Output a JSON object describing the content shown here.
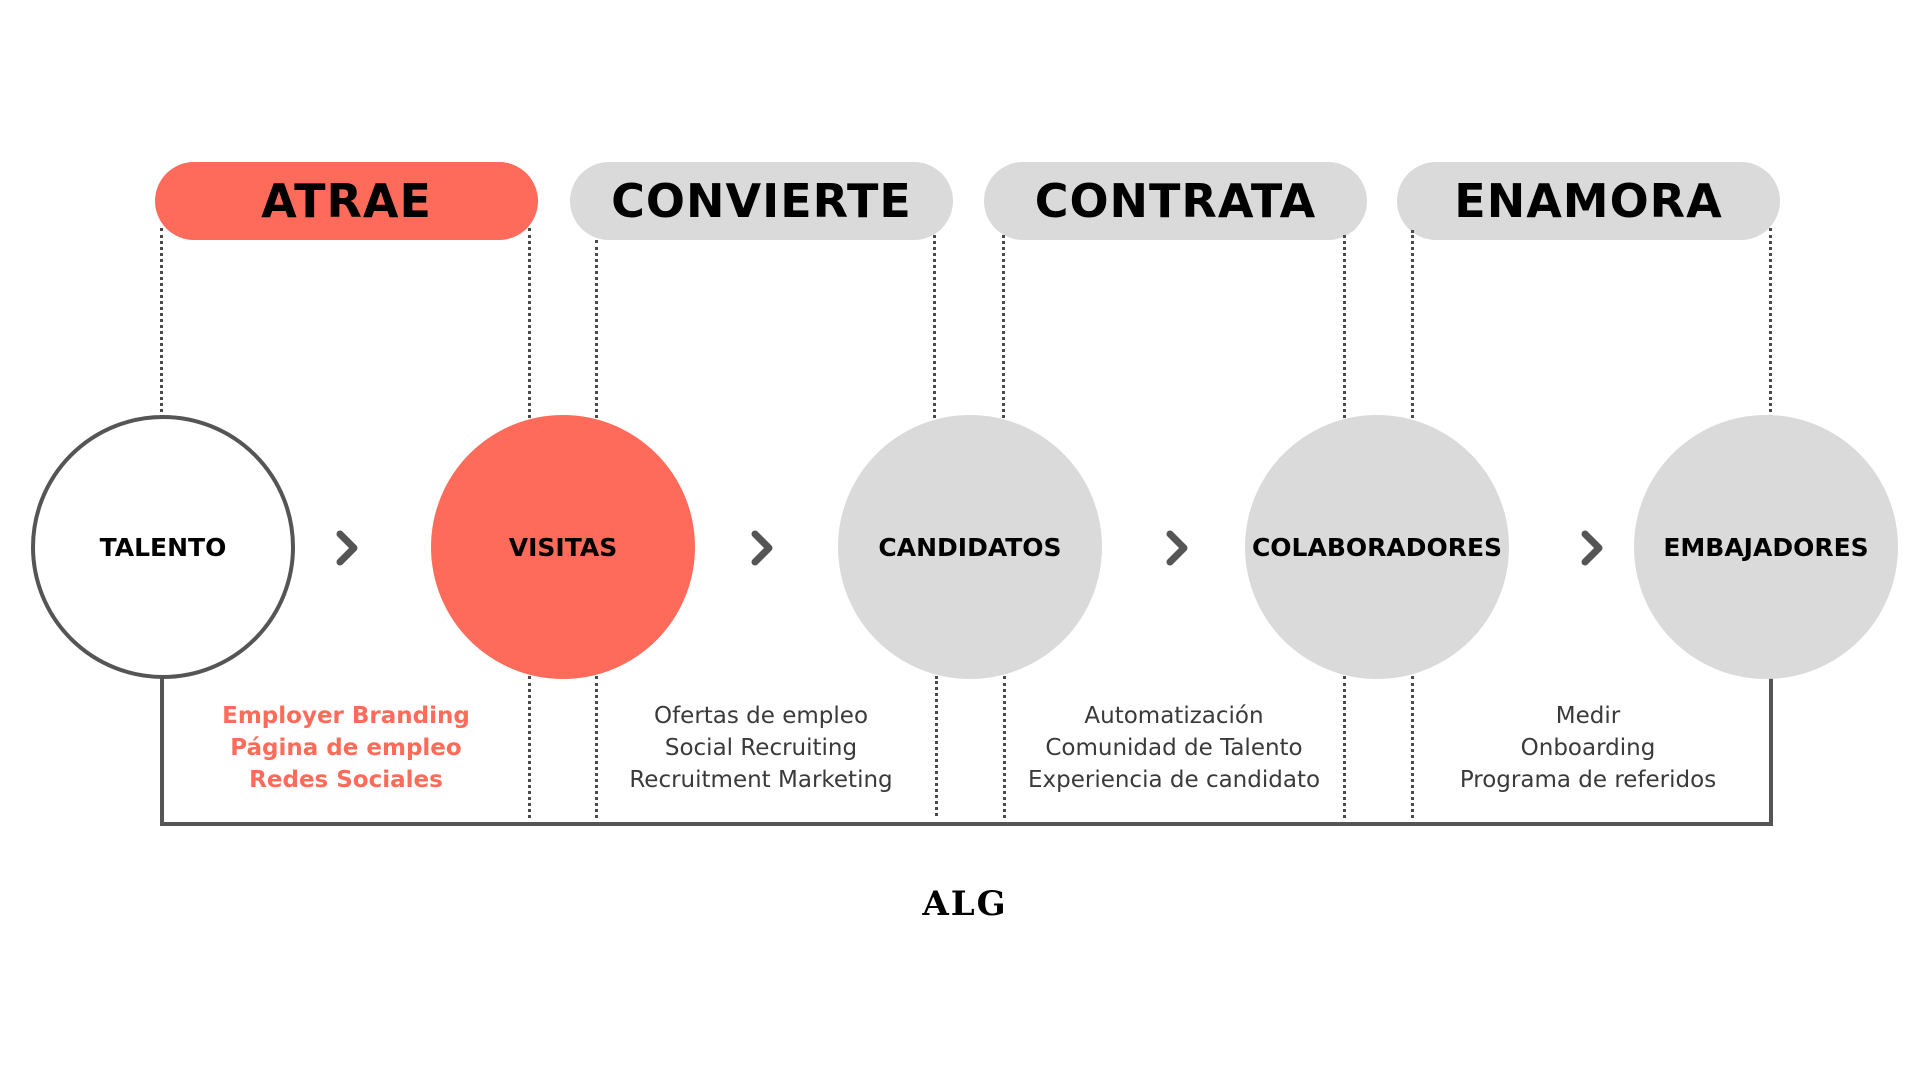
{
  "stages": [
    {
      "label": "ATRAE",
      "active": true
    },
    {
      "label": "CONVIERTE",
      "active": false
    },
    {
      "label": "CONTRATA",
      "active": false
    },
    {
      "label": "ENAMORA",
      "active": false
    }
  ],
  "nodes": [
    {
      "label": "TALENTO"
    },
    {
      "label": "VISITAS"
    },
    {
      "label": "CANDIDATOS"
    },
    {
      "label": "COLABORADORES"
    },
    {
      "label": "EMBAJADORES"
    }
  ],
  "details": [
    [
      "Employer Branding",
      "Página de empleo",
      "Redes Sociales"
    ],
    [
      "Ofertas de empleo",
      "Social Recruiting",
      "Recruitment Marketing"
    ],
    [
      "Automatización",
      "Comunidad de Talento",
      "Experiencia de candidato"
    ],
    [
      "Medir",
      "Onboarding",
      "Programa de referidos"
    ]
  ],
  "logo": "ALG",
  "colors": {
    "accent": "#ff6b5b",
    "neutral": "#dadada",
    "line": "#555555",
    "text": "#000000"
  },
  "icons": {
    "arrow": "chevron-right-icon"
  }
}
